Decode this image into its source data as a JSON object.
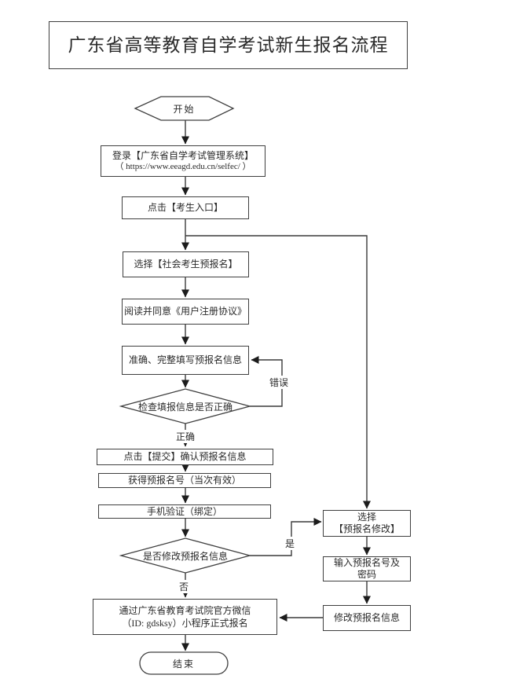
{
  "title": "广东省高等教育自学考试新生报名流程",
  "flow": {
    "start": "开始",
    "login_line1": "登录【广东省自学考试管理系统】",
    "login_line2": "（ https://www.eeagd.edu.cn/selfec/ ）",
    "entrance": "点击【考生入口】",
    "select_pre": "选择【社会考生预报名】",
    "agreement": "阅读并同意《用户注册协议》",
    "fill_info": "准确、完整填写预报名信息",
    "check_decision": "检查填报信息是否正确",
    "label_correct": "正确",
    "label_error": "错误",
    "submit": "点击【提交】确认预报名信息",
    "get_number": "获得预报名号（当次有效）",
    "phone_verify": "手机验证（绑定）",
    "modify_decision": "是否修改预报名信息",
    "label_yes": "是",
    "label_no": "否",
    "wechat_line1": "通过广东省教育考试院官方微信",
    "wechat_line2": "（ID: gdsksy）小程序正式报名",
    "end": "结束",
    "modify_select_line1": "选择",
    "modify_select_line2": "【预报名修改】",
    "enter_number_line1": "输入预报名号及",
    "enter_number_line2": "密码",
    "modify_info": "修改预报名信息"
  },
  "colors": {
    "line": "#3a3a3a",
    "border": "#3f3f3f",
    "text": "#2a2a2a",
    "background": "#ffffff"
  }
}
